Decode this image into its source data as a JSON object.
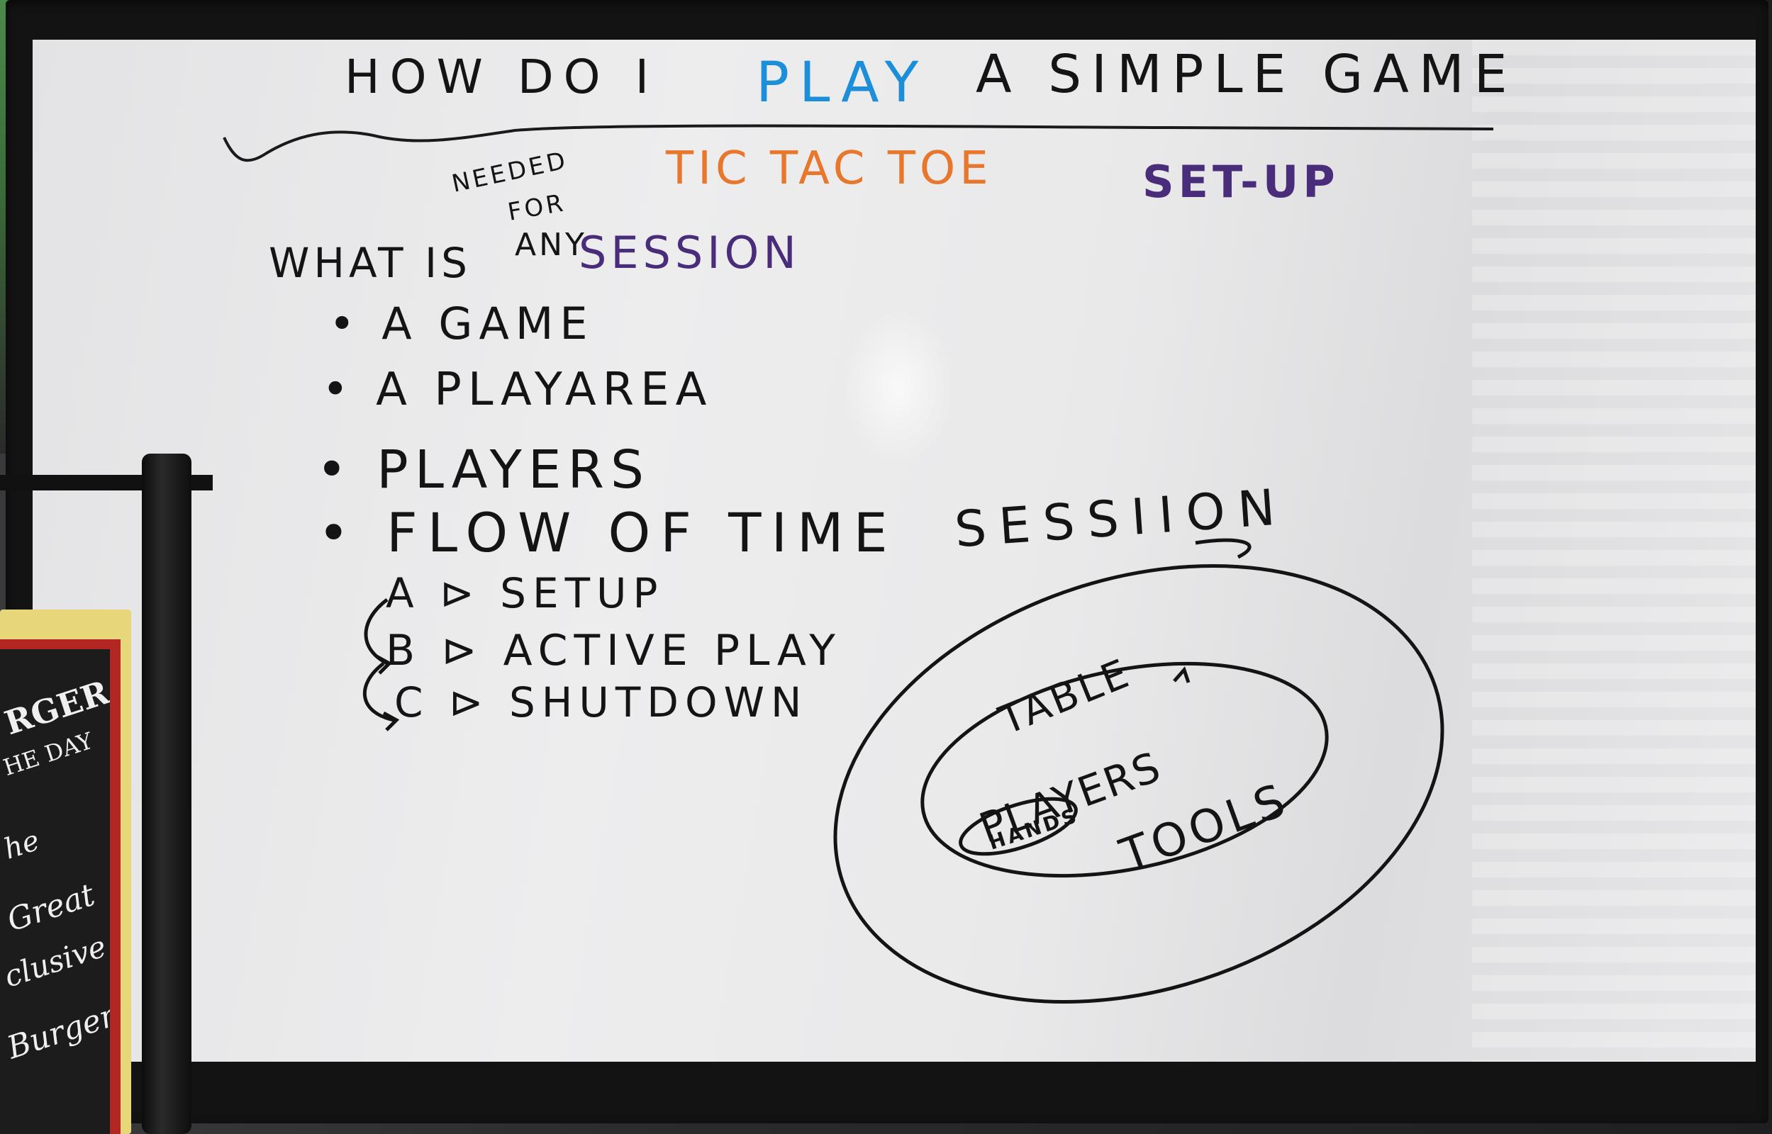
{
  "whiteboard": {
    "title_part1": "HOW DO I",
    "title_highlight": "PLAY",
    "title_part2": "A SIMPLE GAME",
    "subtitle_orange": "TIC TAC TOE",
    "subtitle_purple": "SET-UP",
    "question_prefix": "WHAT IS",
    "question_insert_needed": "NEEDED",
    "question_insert_for": "FOR",
    "question_insert_any": "ANY",
    "question_session": "SESSION",
    "list_items": [
      "• A GAME",
      "• A PLAYAREA",
      "• PLAYERS",
      "• FLOW OF TIME"
    ],
    "phases": [
      "A ⊳ SETUP",
      "B ⊳ ACTIVE PLAY",
      "C ⊳ SHUTDOWN"
    ],
    "diagram": {
      "label": "SESSIION",
      "inner_table": "TABLE",
      "inner_players": "PLAYERS",
      "inner_hands": "HANDS",
      "inner_tools": "TOOLS"
    }
  },
  "sign": {
    "line1": "RGER",
    "line2": "HE DAY",
    "line3": "he",
    "line4": "Great",
    "line5": "clusive",
    "line6": "Burger"
  },
  "colors": {
    "ink_black": "#141414",
    "ink_blue": "#1d8ed8",
    "ink_orange": "#e8772e",
    "ink_purple": "#4a2d7a",
    "board": "#ebebec",
    "frame": "#131314"
  }
}
